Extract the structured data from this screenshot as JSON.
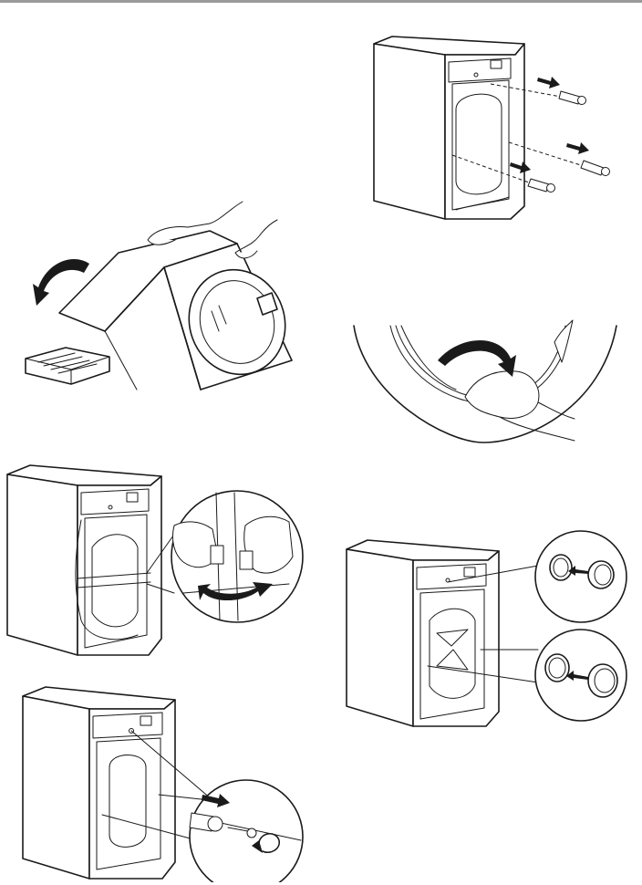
{
  "page": {
    "background": "#ffffff",
    "rule_color": "#9a9a9a",
    "line_color": "#1a1a1a"
  },
  "figures": [
    {
      "id": "remove-rear-bolts",
      "icons": [
        "washing-machine-rear",
        "arrow-icon",
        "transit-bolt"
      ]
    },
    {
      "id": "tilt-machine-remove-polystyrene",
      "icons": [
        "hand-icon",
        "curved-arrow-icon",
        "polystyrene-base"
      ]
    },
    {
      "id": "rotate-drum",
      "icons": [
        "drum-edge",
        "hand-icon",
        "curved-arrow-icon"
      ]
    },
    {
      "id": "release-hose-clamps",
      "icons": [
        "washing-machine-rear",
        "zoom-circle",
        "hand-icon",
        "double-arrow-icon"
      ]
    },
    {
      "id": "insert-hole-caps",
      "icons": [
        "washing-machine-rear",
        "zoom-circle",
        "plastic-cap",
        "arrow-icon"
      ]
    },
    {
      "id": "remove-spacers",
      "icons": [
        "washing-machine-rear",
        "zoom-circle",
        "spacer",
        "arrow-icon",
        "rotate-arrow-icon"
      ]
    }
  ]
}
